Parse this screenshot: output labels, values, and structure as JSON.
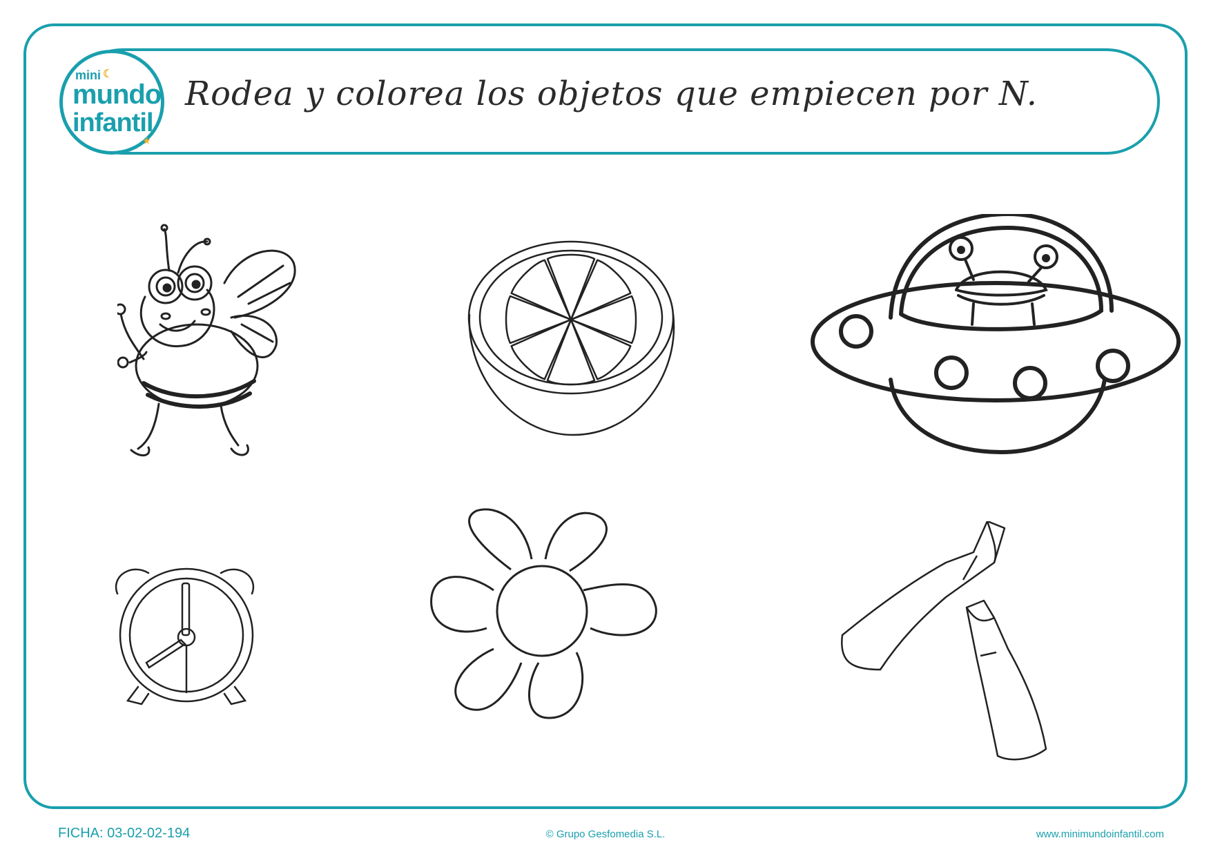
{
  "logo": {
    "line1": "mini",
    "line2": "mundo",
    "line3": "infantil"
  },
  "instruction": "Rodea y colorea los objetos que empiecen por N.",
  "footer": {
    "ficha": "FICHA: 03-02-02-194",
    "copyright": "© Grupo Gesfomedia S.L.",
    "website": "www.minimundoinfantil.com"
  },
  "colors": {
    "accent": "#1a9fad",
    "logo_star": "#f2b32b",
    "line_art": "#222222"
  },
  "objects": [
    "bee-drawing",
    "orange-half-drawing",
    "ufo-drawing",
    "alarm-clock-drawing",
    "flower-drawing",
    "swim-fins-drawing"
  ]
}
